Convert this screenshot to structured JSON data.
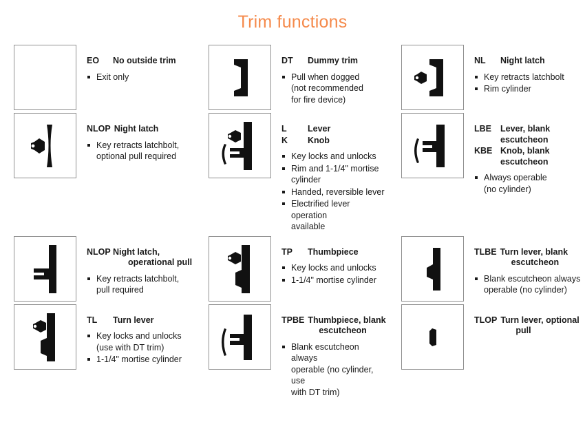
{
  "title": "Trim functions",
  "accent_color": "#f58a4b",
  "text_color": "#1a1a1a",
  "box_border_color": "#8f8f8f",
  "items": [
    {
      "icon": "blank-trim-icon",
      "codes": [
        {
          "code": "EO",
          "label": "No outside trim"
        }
      ],
      "bullets": [
        "Exit only"
      ]
    },
    {
      "icon": "dummy-pull-trim-icon",
      "codes": [
        {
          "code": "DT",
          "label": "Dummy trim"
        }
      ],
      "bullets": [
        "Pull when dogged (not recommended for fire device)"
      ]
    },
    {
      "icon": "night-latch-pull-cylinder-icon",
      "codes": [
        {
          "code": "NL",
          "label": "Night latch"
        }
      ],
      "bullets": [
        "Key retracts latchbolt",
        "Rim cylinder"
      ]
    },
    {
      "icon": "night-latch-optional-pull-icon",
      "codes": [
        {
          "code": "NLOP",
          "label": "Night latch"
        }
      ],
      "bullets": [
        "Key retracts latchbolt, optional pull required"
      ]
    },
    {
      "icon": "lever-knob-cylinder-icon",
      "codes": [
        {
          "code": "L",
          "label": "Lever"
        },
        {
          "code": "K",
          "label": "Knob"
        }
      ],
      "bullets": [
        "Key locks and unlocks",
        "Rim and 1-1/4\" mortise cylinder",
        "Handed, reversible lever",
        "Electrified lever operation available"
      ]
    },
    {
      "icon": "lever-blank-escutcheon-icon",
      "codes": [
        {
          "code": "LBE",
          "label": "Lever, blank escutcheon"
        },
        {
          "code": "KBE",
          "label": "Knob, blank escutcheon"
        }
      ],
      "bullets": [
        "Always operable (no cylinder)"
      ]
    },
    {
      "icon": "night-latch-operational-pull-icon",
      "codes": [
        {
          "code": "NLOP",
          "label": "Night latch, operational pull"
        }
      ],
      "bullets": [
        "Key retracts latchbolt, pull required"
      ]
    },
    {
      "icon": "thumbpiece-cylinder-icon",
      "codes": [
        {
          "code": "TP",
          "label": "Thumbpiece"
        }
      ],
      "bullets": [
        "Key locks and unlocks",
        "1-1/4\" mortise cylinder"
      ]
    },
    {
      "icon": "turn-lever-blank-escutcheon-icon",
      "codes": [
        {
          "code": "TLBE",
          "label": "Turn lever, blank escutcheon"
        }
      ],
      "bullets": [
        "Blank escutcheon always operable (no cylinder)"
      ]
    },
    {
      "icon": "turn-lever-cylinder-icon",
      "codes": [
        {
          "code": "TL",
          "label": "Turn lever"
        }
      ],
      "bullets": [
        "Key locks and unlocks (use with DT trim)",
        "1-1/4\" mortise cylinder"
      ]
    },
    {
      "icon": "thumbpiece-blank-escutcheon-icon",
      "codes": [
        {
          "code": "TPBE",
          "label": "Thumbpiece, blank escutcheon"
        }
      ],
      "bullets": [
        "Blank escutcheon always operable (no cylinder, use with DT trim)"
      ]
    },
    {
      "icon": "turn-lever-optional-pull-icon",
      "codes": [
        {
          "code": "TLOP",
          "label": "Turn lever, optional pull"
        }
      ],
      "bullets": []
    }
  ],
  "cells": {
    "eo": {
      "code": "EO",
      "label": "No outside trim",
      "b0": "Exit only"
    },
    "dt": {
      "code": "DT",
      "label": "Dummy trim",
      "b0": "Pull when dogged",
      "b0b": "(not recommended",
      "b0c": "for fire device)"
    },
    "nl": {
      "code": "NL",
      "label": "Night latch",
      "b0": "Key retracts latchbolt",
      "b1": "Rim cylinder"
    },
    "nlop": {
      "code": "NLOP",
      "label": "Night latch",
      "b0": "Key retracts latchbolt,",
      "b0b": "optional pull required"
    },
    "lk": {
      "code1": "L",
      "label1": "Lever",
      "code2": "K",
      "label2": "Knob",
      "b0": "Key locks and unlocks",
      "b1": "Rim and 1-1/4\" mortise",
      "b1b": "cylinder",
      "b2": "Handed, reversible lever",
      "b3": "Electrified lever operation",
      "b3b": "available"
    },
    "lbe": {
      "code1": "LBE",
      "label1a": "Lever, blank",
      "label1b": "escutcheon",
      "code2": "KBE",
      "label2a": "Knob, blank",
      "label2b": "escutcheon",
      "b0": "Always operable",
      "b0b": "(no cylinder)"
    },
    "nlop2": {
      "code": "NLOP",
      "labela": "Night latch,",
      "labelb": "operational pull",
      "b0": "Key retracts latchbolt,",
      "b0b": "pull required"
    },
    "tp": {
      "code": "TP",
      "label": "Thumbpiece",
      "b0": "Key locks and unlocks",
      "b1": "1-1/4\" mortise cylinder"
    },
    "tlbe": {
      "code": "TLBE",
      "labela": "Turn lever, blank",
      "labelb": "escutcheon",
      "b0": "Blank escutcheon always",
      "b0b": "operable (no cylinder)"
    },
    "tl": {
      "code": "TL",
      "label": "Turn lever",
      "b0": "Key locks and unlocks",
      "b0b": "(use with DT trim)",
      "b1": "1-1/4\" mortise cylinder"
    },
    "tpbe": {
      "code": "TPBE",
      "labela": "Thumbpiece, blank",
      "labelb": "escutcheon",
      "b0": "Blank escutcheon always",
      "b0b": "operable (no cylinder, use",
      "b0c": "with DT trim)"
    },
    "tlop": {
      "code": "TLOP",
      "labela": "Turn lever, optional",
      "labelb": "pull"
    }
  }
}
